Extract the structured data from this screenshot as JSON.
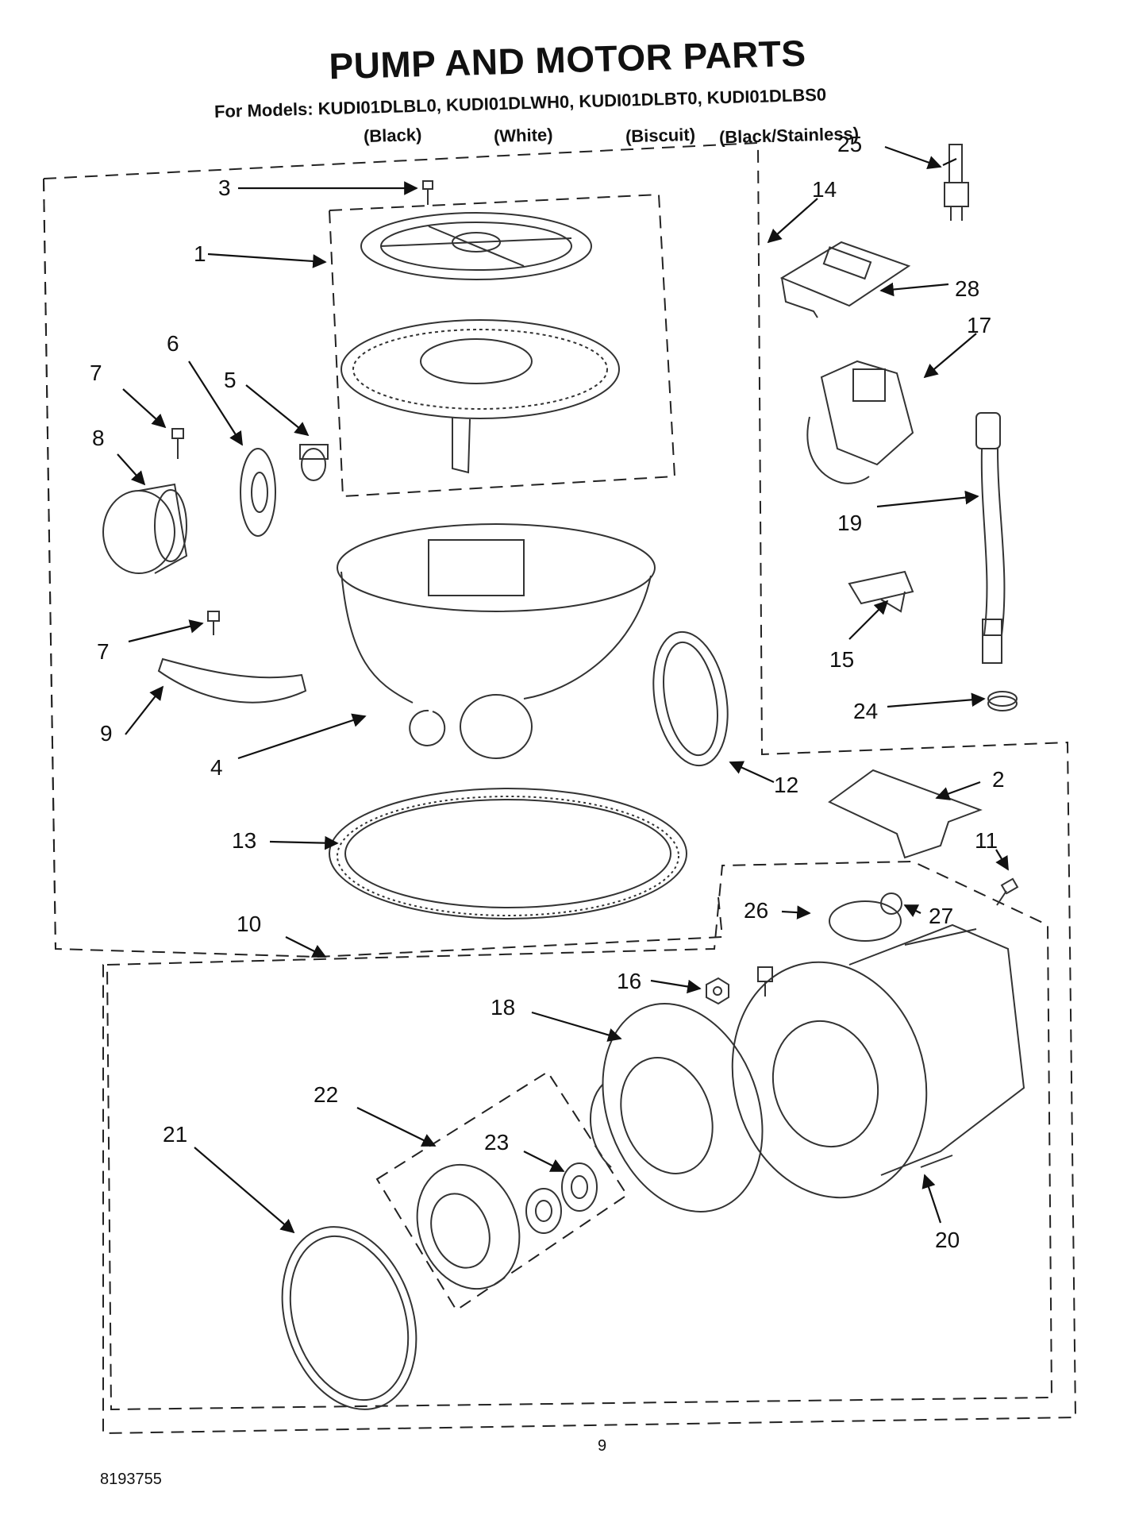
{
  "header": {
    "title": "PUMP AND MOTOR PARTS",
    "models_line": "For Models: KUDI01DLBL0, KUDI01DLWH0, KUDI01DLBT0, KUDI01DLBS0",
    "colors": [
      "(Black)",
      "(White)",
      "(Biscuit)",
      "(Black/Stainless)"
    ]
  },
  "callouts": [
    "1",
    "2",
    "3",
    "4",
    "5",
    "6",
    "7",
    "7",
    "8",
    "9",
    "10",
    "11",
    "12",
    "13",
    "14",
    "15",
    "16",
    "17",
    "18",
    "19",
    "20",
    "21",
    "22",
    "23",
    "24",
    "25",
    "26",
    "27",
    "28"
  ],
  "footer": {
    "page_number": "9",
    "document_number": "8193755"
  }
}
